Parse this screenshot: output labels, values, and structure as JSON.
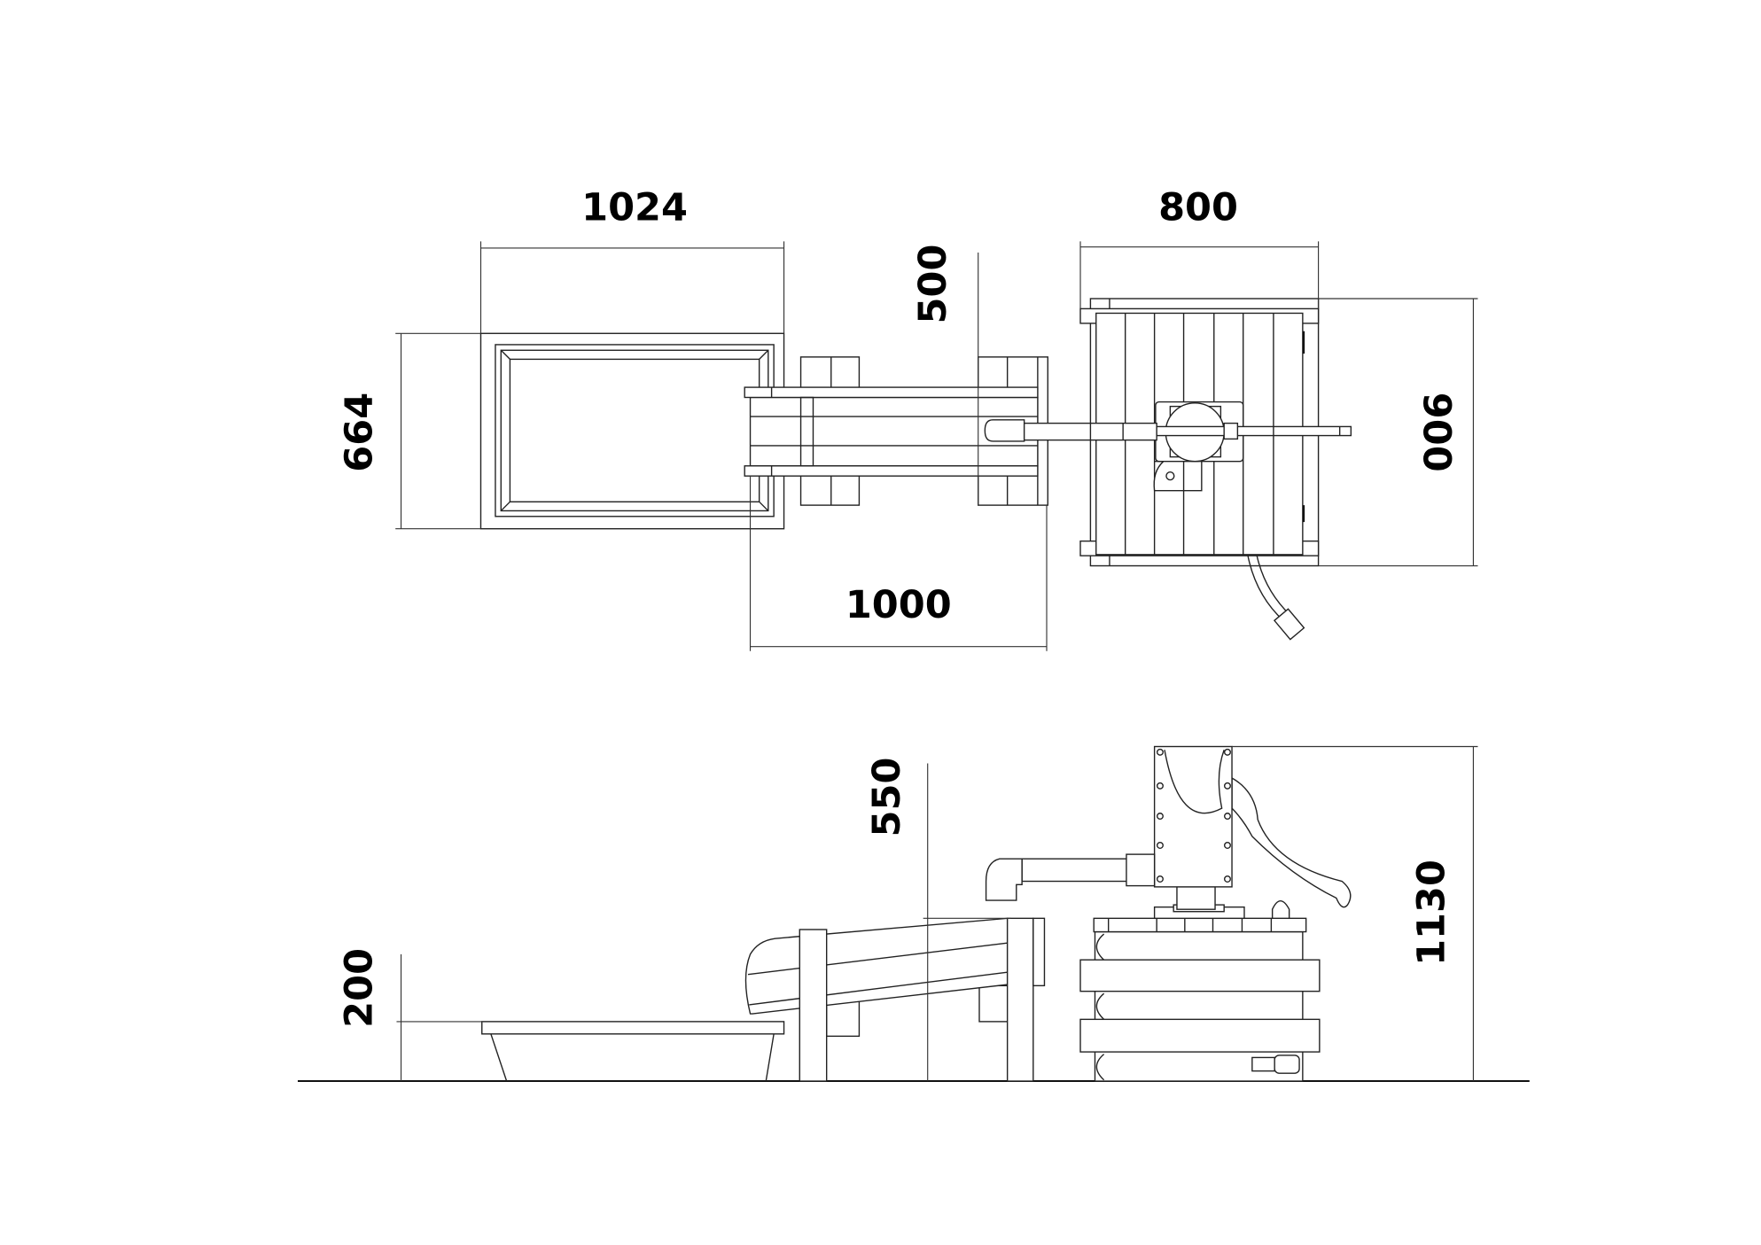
{
  "drawing": {
    "top_view": {
      "dimensions": {
        "basin_width": "1024",
        "basin_depth": "664",
        "trough_width": "500",
        "trough_length": "1000",
        "pump_base_width": "800",
        "pump_base_depth": "900"
      }
    },
    "side_view": {
      "dimensions": {
        "basin_height": "200",
        "trough_height": "550",
        "pump_height": "1130"
      }
    }
  }
}
